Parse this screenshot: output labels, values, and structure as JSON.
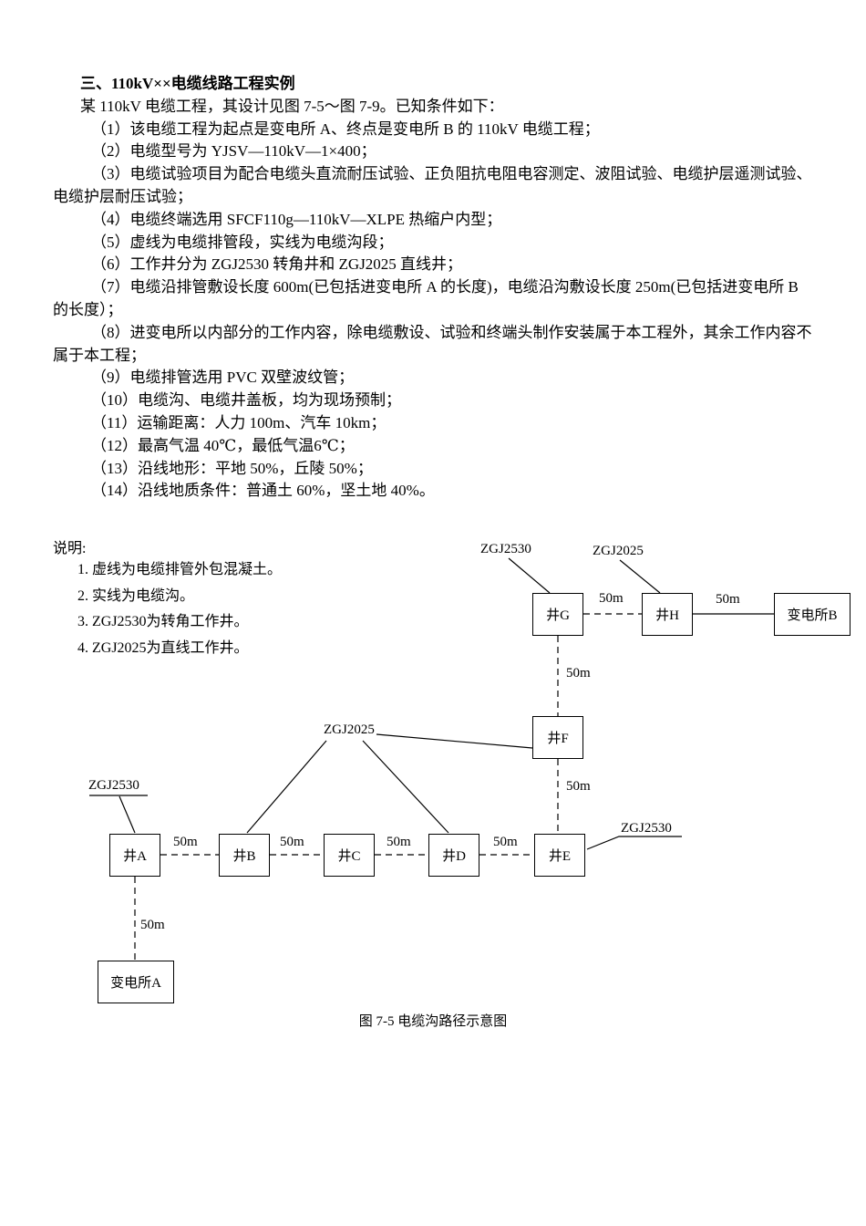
{
  "document": {
    "title": "三、110kV××电缆线路工程实例",
    "intro": "某 110kV 电缆工程，其设计见图 7-5～图 7-9。已知条件如下：",
    "items": [
      "（1）该电缆工程为起点是变电所 A、终点是变电所 B 的 110kV 电缆工程；",
      "（2）电缆型号为 YJSV—110kV—1×400；",
      "（3）电缆试验项目为配合电缆头直流耐压试验、正负阻抗电阻电容测定、波阻试验、电缆护层遥测试验、电缆护层耐压试验；",
      "（4）电缆终端选用 SFCF110g—110kV—XLPE 热缩户内型；",
      "（5）虚线为电缆排管段，实线为电缆沟段；",
      "（6）工作井分为 ZGJ2530 转角井和 ZGJ2025 直线井；",
      "（7）电缆沿排管敷设长度 600m(已包括进变电所 A 的长度)，电缆沿沟敷设长度 250m(已包括进变电所 B 的长度）；",
      "（8）进变电所以内部分的工作内容，除电缆敷设、试验和终端头制作安装属于本工程外，其余工作内容不属于本工程；",
      "（9）电缆排管选用 PVC 双壁波纹管；",
      "（10）电缆沟、电缆井盖板，均为现场预制；",
      "（11）运输距离：人力 100m、汽车 10km；",
      "（12）最高气温 40℃，最低气温6℃；",
      "（13）沿线地形：平地 50%，丘陵 50%；",
      "（14）沿线地质条件：普通土 60%，坚土地 40%。"
    ],
    "notes_label": "说明:",
    "notes": [
      "1. 虚线为电缆排管外包混凝土。",
      "2. 实线为电缆沟。",
      "3. ZGJ2530为转角工作井。",
      "4. ZGJ2025为直线工作井。"
    ],
    "caption": "图 7-5 电缆沟路径示意图"
  },
  "diagram": {
    "nodes": {
      "a": "井A",
      "b": "井B",
      "c": "井C",
      "d": "井D",
      "e": "井E",
      "f": "井F",
      "g": "井G",
      "h": "井H",
      "sub_a": "变电所A",
      "sub_b": "变电所B"
    },
    "labels": {
      "top_g": "ZGJ2530",
      "top_h": "ZGJ2025",
      "mid": "ZGJ2025",
      "left_a": "ZGJ2530",
      "right_e": "ZGJ2530"
    },
    "distances": {
      "gh": "50m",
      "hb": "50m",
      "gf": "50m",
      "fe": "50m",
      "ab": "50m",
      "bc": "50m",
      "cd": "50m",
      "de": "50m",
      "asub": "50m"
    }
  }
}
